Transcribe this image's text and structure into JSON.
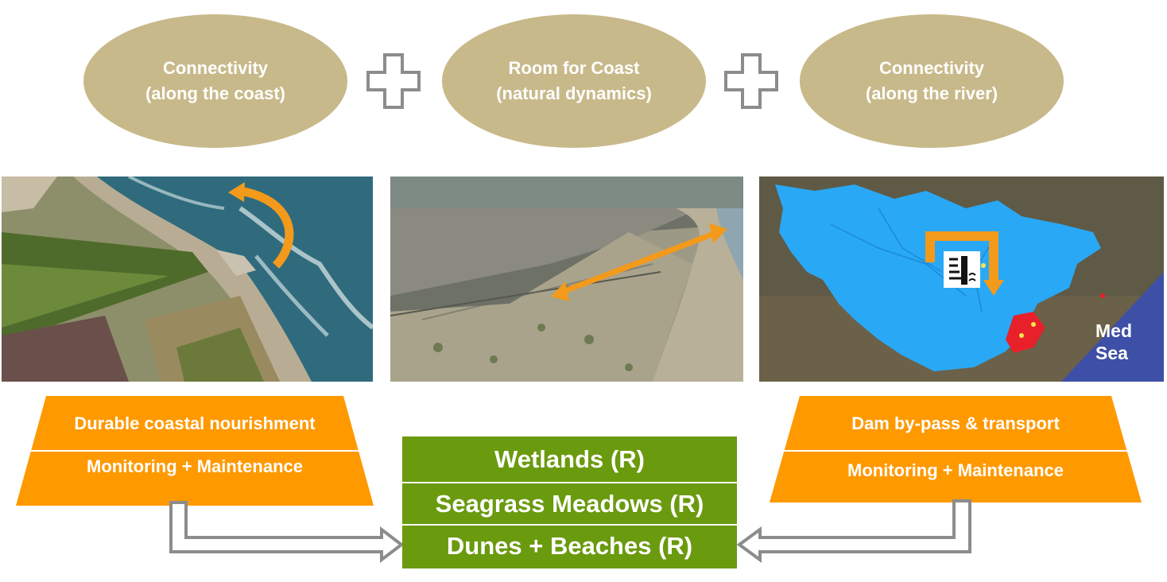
{
  "ellipses": [
    {
      "line1": "Connectivity",
      "line2": "(along the coast)"
    },
    {
      "line1": "Room for Coast",
      "line2": "(natural dynamics)"
    },
    {
      "line1": "Connectivity",
      "line2": "(along the river)"
    }
  ],
  "left_box": {
    "top": "Durable coastal nourishment",
    "bottom": "Monitoring + Maintenance"
  },
  "right_box": {
    "top": "Dam by-pass & transport",
    "bottom": "Monitoring + Maintenance"
  },
  "outcomes": [
    "Wetlands (R)",
    "Seagrass Meadows (R)",
    "Dunes + Beaches (R)"
  ],
  "map": {
    "sea_label_line1": "Med",
    "sea_label_line2": "Sea"
  },
  "colors": {
    "ellipse": "#c8b98a",
    "orange": "#ff9900",
    "green": "#6a9a0e",
    "river_basin": "#29a8f5",
    "delta": "#e8202a"
  }
}
